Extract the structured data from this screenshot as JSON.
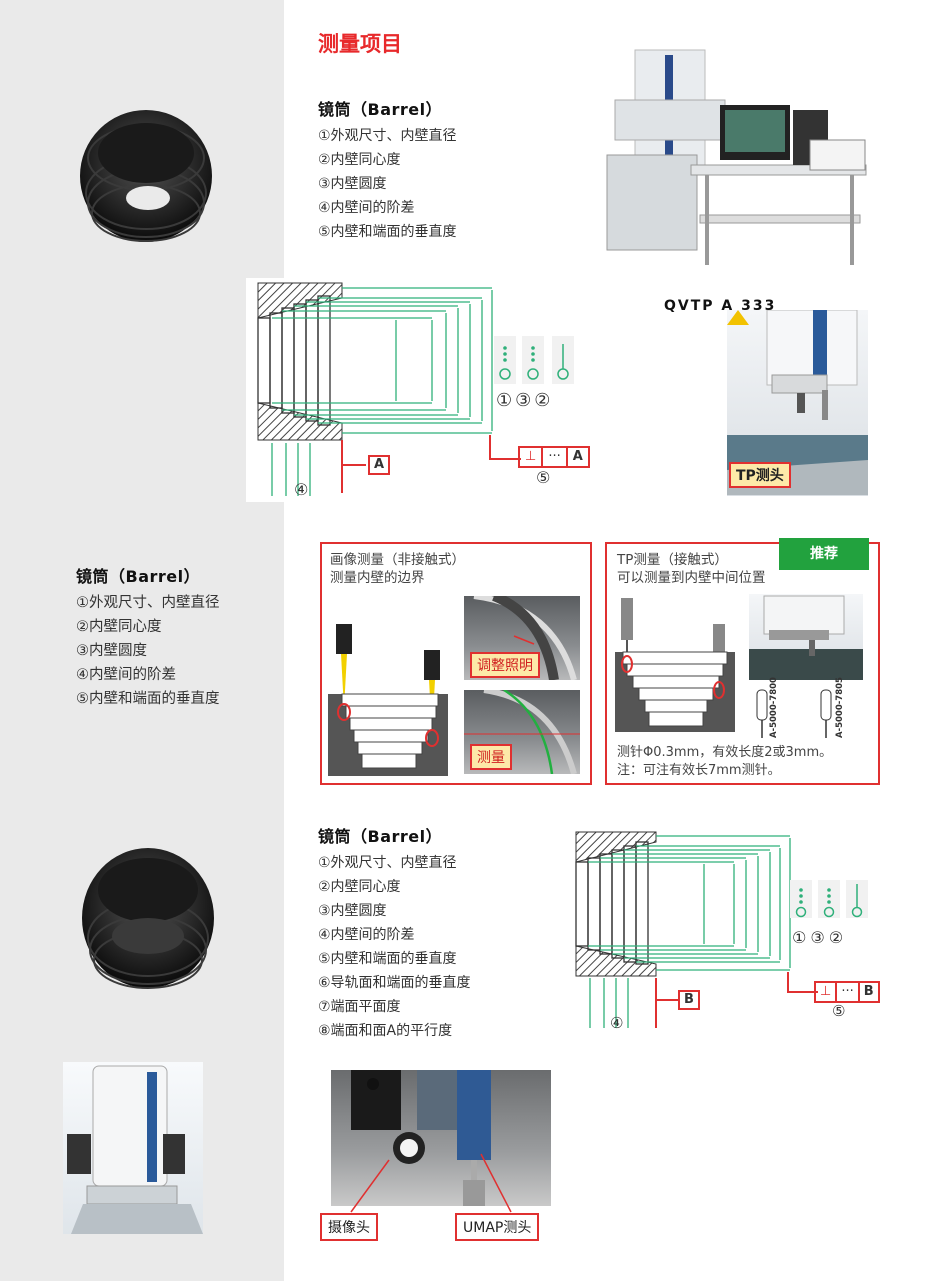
{
  "header": {
    "title": "测量项目"
  },
  "block1": {
    "heading": "镜筒（Barrel）",
    "items": [
      "①外观尺寸、内壁直径",
      "②内壁同心度",
      "③内壁圆度",
      "④内壁间的阶差",
      "⑤内壁和端面的垂直度"
    ]
  },
  "machine": {
    "label": "QVTP  A    333"
  },
  "diagram1": {
    "circle_labels": [
      "①",
      "③",
      "②"
    ],
    "datum_label": "A",
    "perp_symbol": "⊥",
    "tolerance_dots": "···",
    "num4": "④",
    "num5": "⑤"
  },
  "tp_photo": {
    "callout": "TP测头"
  },
  "sidebar_block": {
    "heading": "镜筒（Barrel）",
    "items": [
      "①外观尺寸、内壁直径",
      "②内壁同心度",
      "③内壁圆度",
      "④内壁间的阶差",
      "⑤内壁和端面的垂直度"
    ]
  },
  "panel_image": {
    "line1": "画像测量（非接触式）",
    "line2": "测量内壁的边界",
    "callout_adjust": "调整照明",
    "callout_measure": "测量"
  },
  "panel_tp": {
    "line1": "TP测量（接触式）",
    "line2": "可以测量到内壁中间位置",
    "badge": "推荐",
    "probe1": "A-5000-7800",
    "probe2": "A-5000-7805",
    "note1": "测针Φ0.3mm，有效长度2或3mm。",
    "note2": "注：可注有效长7mm测针。"
  },
  "block2": {
    "heading": "镜筒（Barrel）",
    "items": [
      "①外观尺寸、内壁直径",
      "②内壁同心度",
      "③内壁圆度",
      "④内壁间的阶差",
      "⑤内壁和端面的垂直度",
      "⑥导轨面和端面的垂直度",
      "⑦端面平面度",
      "⑧端面和面A的平行度"
    ]
  },
  "diagram2": {
    "circle_labels": [
      "①",
      "③",
      "②"
    ],
    "datum_label": "B",
    "perp_symbol": "⊥",
    "tolerance_dots": "···",
    "num4": "④",
    "num5": "⑤"
  },
  "bottom_photo": {
    "callout_camera": "摄像头",
    "callout_umap": "UMAP测头"
  },
  "colors": {
    "accent_red": "#e8292b",
    "green": "#22a23e",
    "diagram_green": "#2fb07a"
  }
}
